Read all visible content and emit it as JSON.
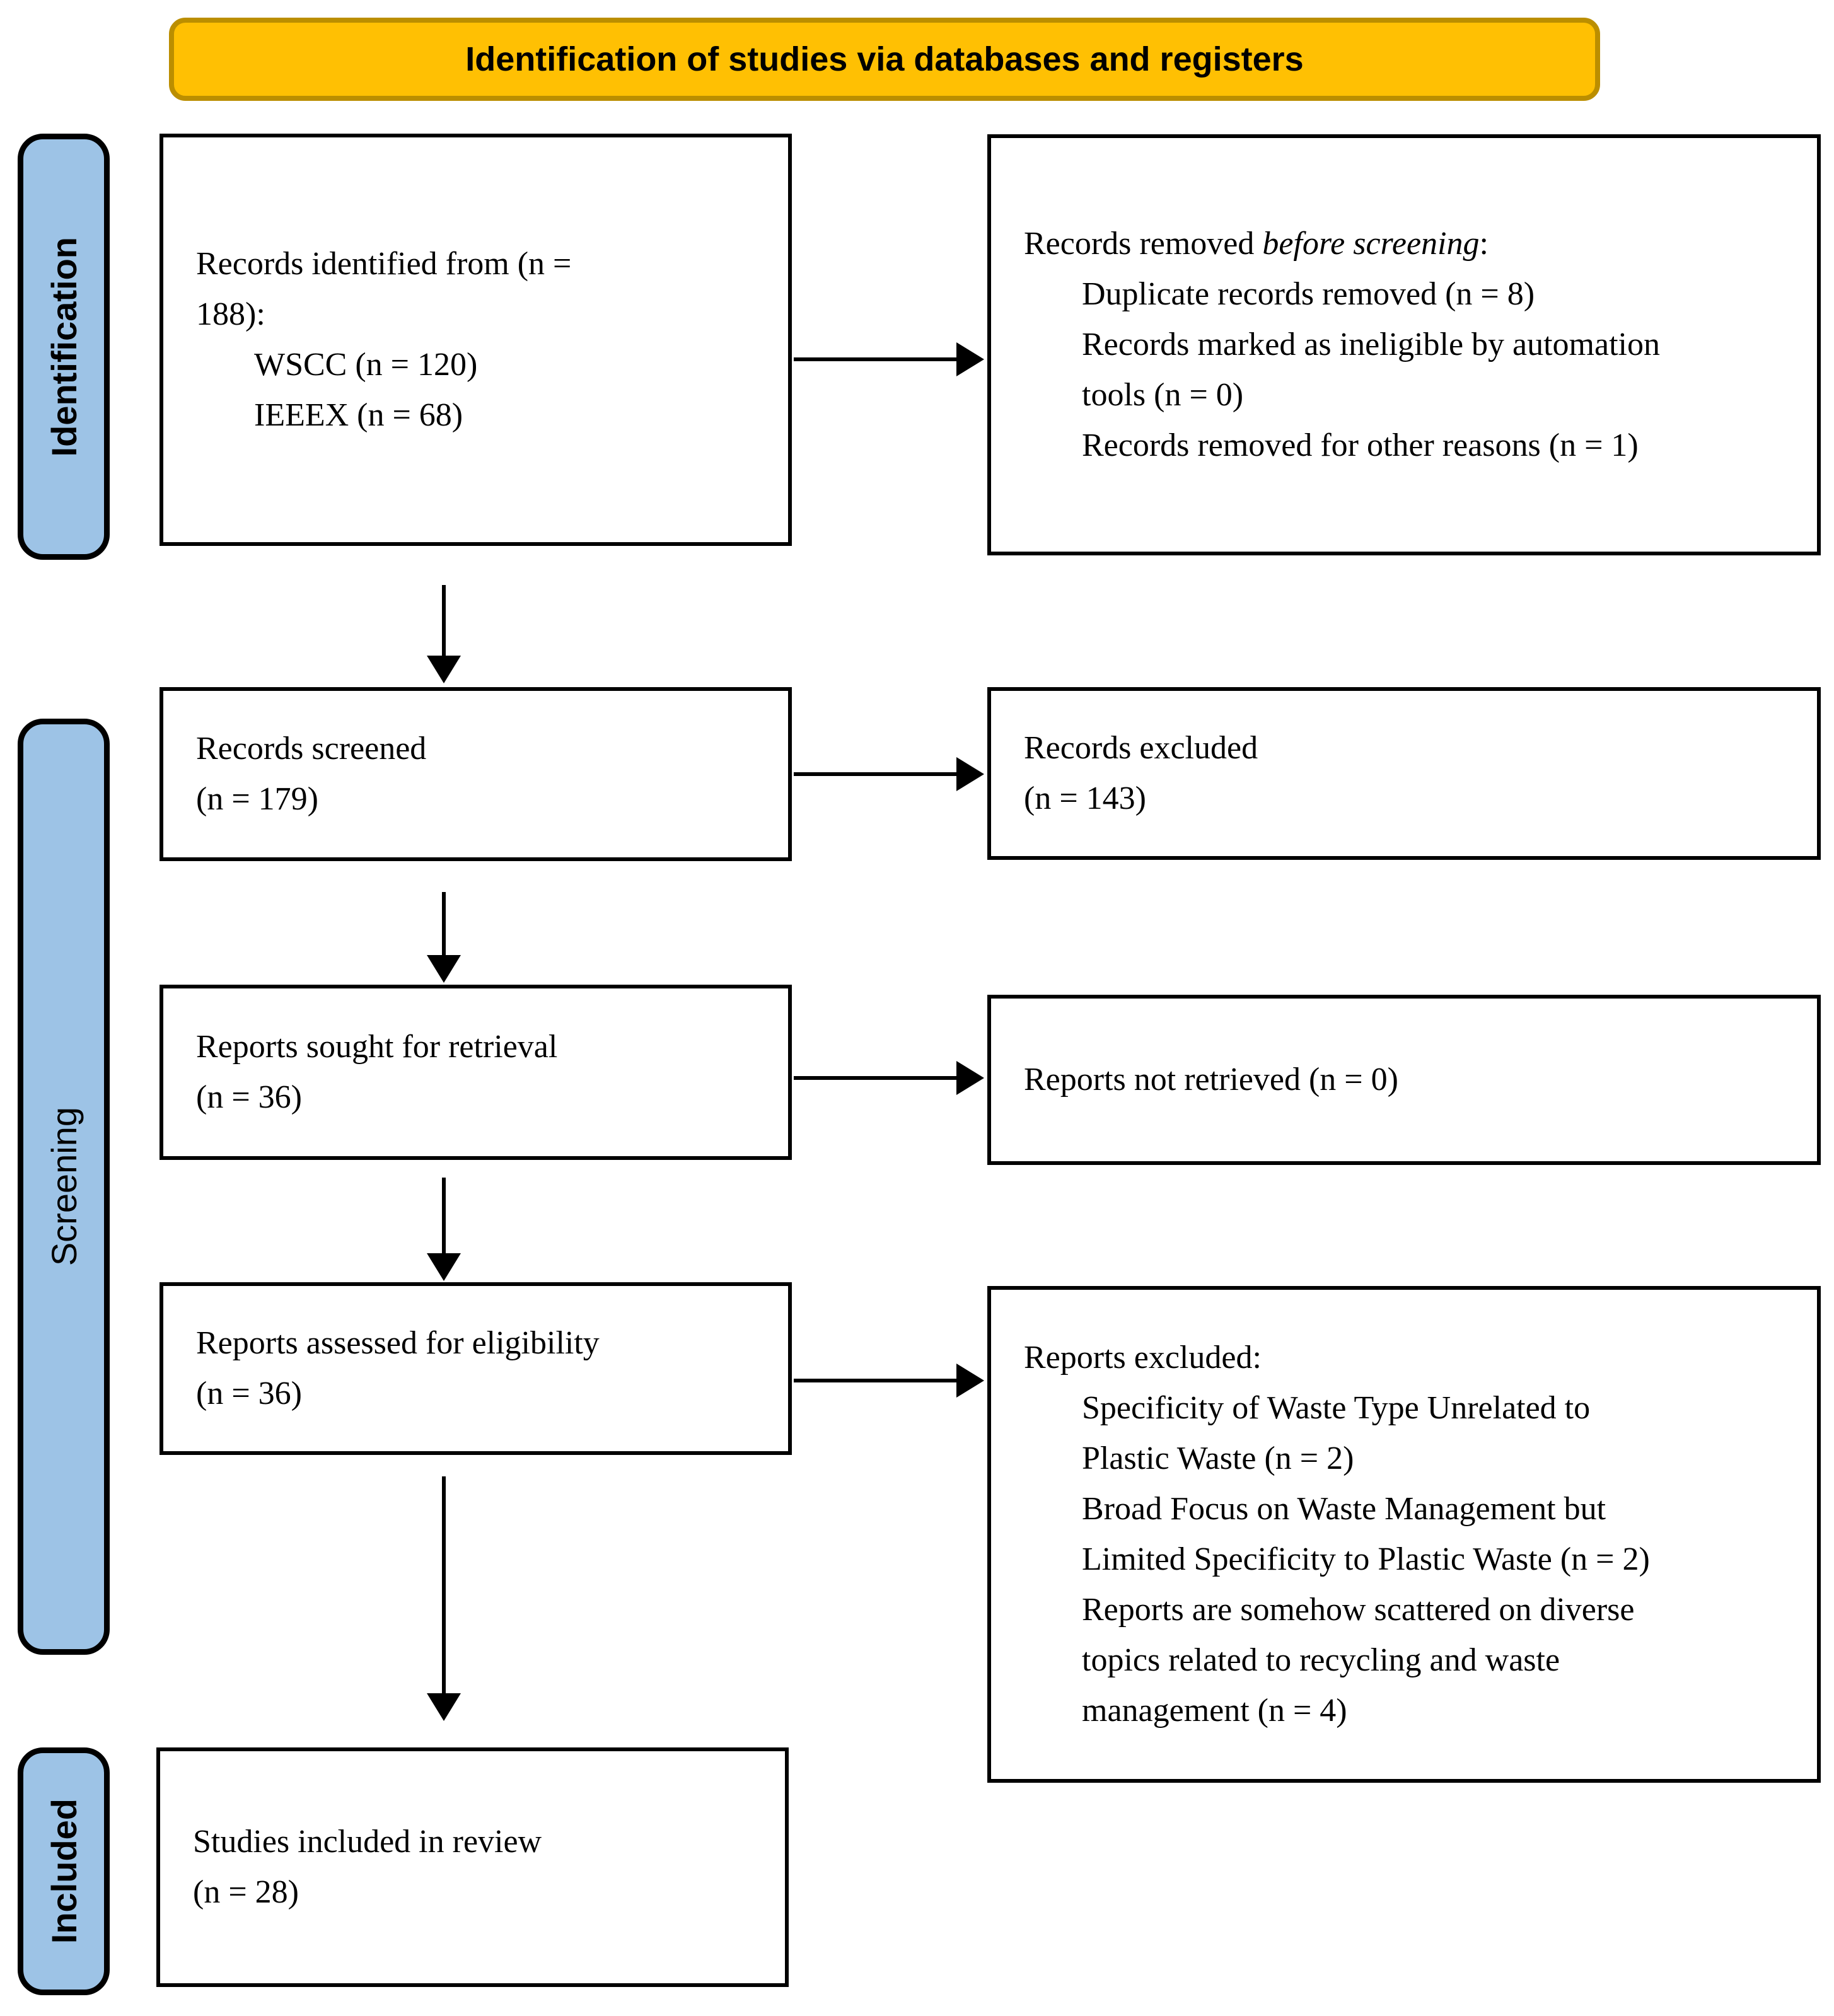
{
  "banner": {
    "title": "Identification of studies via databases and registers"
  },
  "sidebar": {
    "identification": "Identification",
    "screening": "Screening",
    "included": "Included"
  },
  "flow": {
    "records_identified": {
      "line1": "Records identified from (n =",
      "line2": "188):",
      "source1": "WSCC (n = 120)",
      "source2": "IEEEX (n = 68)"
    },
    "records_removed": {
      "intro_normal": "Records removed ",
      "intro_italic": "before screening",
      "intro_colon": ":",
      "item1": "Duplicate records removed (n = 8)",
      "item2a": "Records marked as ineligible by automation",
      "item2b": "tools (n = 0)",
      "item3": "Records removed for other reasons (n = 1)"
    },
    "records_screened": {
      "line1": "Records screened",
      "line2": "(n = 179)"
    },
    "records_excluded": {
      "line1": "Records excluded",
      "line2": "(n = 143)"
    },
    "reports_sought": {
      "line1": "Reports sought for retrieval",
      "line2": "(n = 36)"
    },
    "reports_not_retrieved": {
      "line1": "Reports not retrieved (n = 0)"
    },
    "reports_assessed": {
      "line1": "Reports assessed for eligibility",
      "line2": "(n = 36)"
    },
    "reports_excluded": {
      "intro": "Reports excluded:",
      "item1a": "Specificity of Waste Type Unrelated to",
      "item1b": "Plastic Waste (n = 2)",
      "item2a": "Broad Focus on Waste Management but",
      "item2b": "Limited Specificity to Plastic Waste (n = 2)",
      "item3a": "Reports are somehow scattered on diverse",
      "item3b": "topics related to recycling and waste",
      "item3c": "management (n = 4)"
    },
    "studies_included": {
      "line1": "Studies included in review",
      "line2": "(n = 28)"
    }
  },
  "colors": {
    "banner_fill": "#FFC003",
    "banner_border": "#BB8E00",
    "stage_fill": "#9DC3E6",
    "box_border": "#000000"
  }
}
